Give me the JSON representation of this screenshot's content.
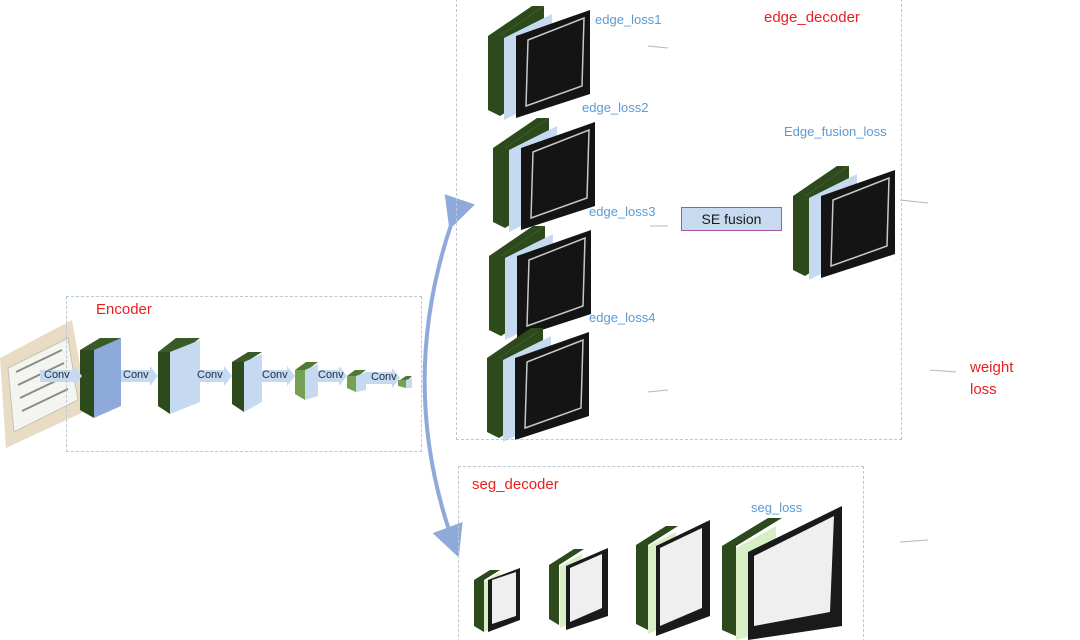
{
  "encoder": {
    "title": "Encoder",
    "conv_labels": [
      "Conv",
      "Conv",
      "Conv",
      "Conv",
      "Conv",
      "Conv"
    ]
  },
  "edge_decoder": {
    "title": "edge_decoder",
    "losses": [
      "edge_loss1",
      "edge_loss2",
      "edge_loss3",
      "edge_loss4"
    ],
    "fusion_loss": "Edge_fusion_loss",
    "fusion_block": "SE fusion"
  },
  "seg_decoder": {
    "title": "seg_decoder",
    "loss": "seg_loss"
  },
  "output": {
    "line1": "weight",
    "line2": "loss"
  },
  "colors": {
    "red": "#e8201f",
    "blue_text": "#5b9bd5",
    "dark_green": "#2e4a1e",
    "light_blue": "#c5d9f1",
    "light_green": "#d8efc5",
    "arrow": "#8eaadb"
  }
}
